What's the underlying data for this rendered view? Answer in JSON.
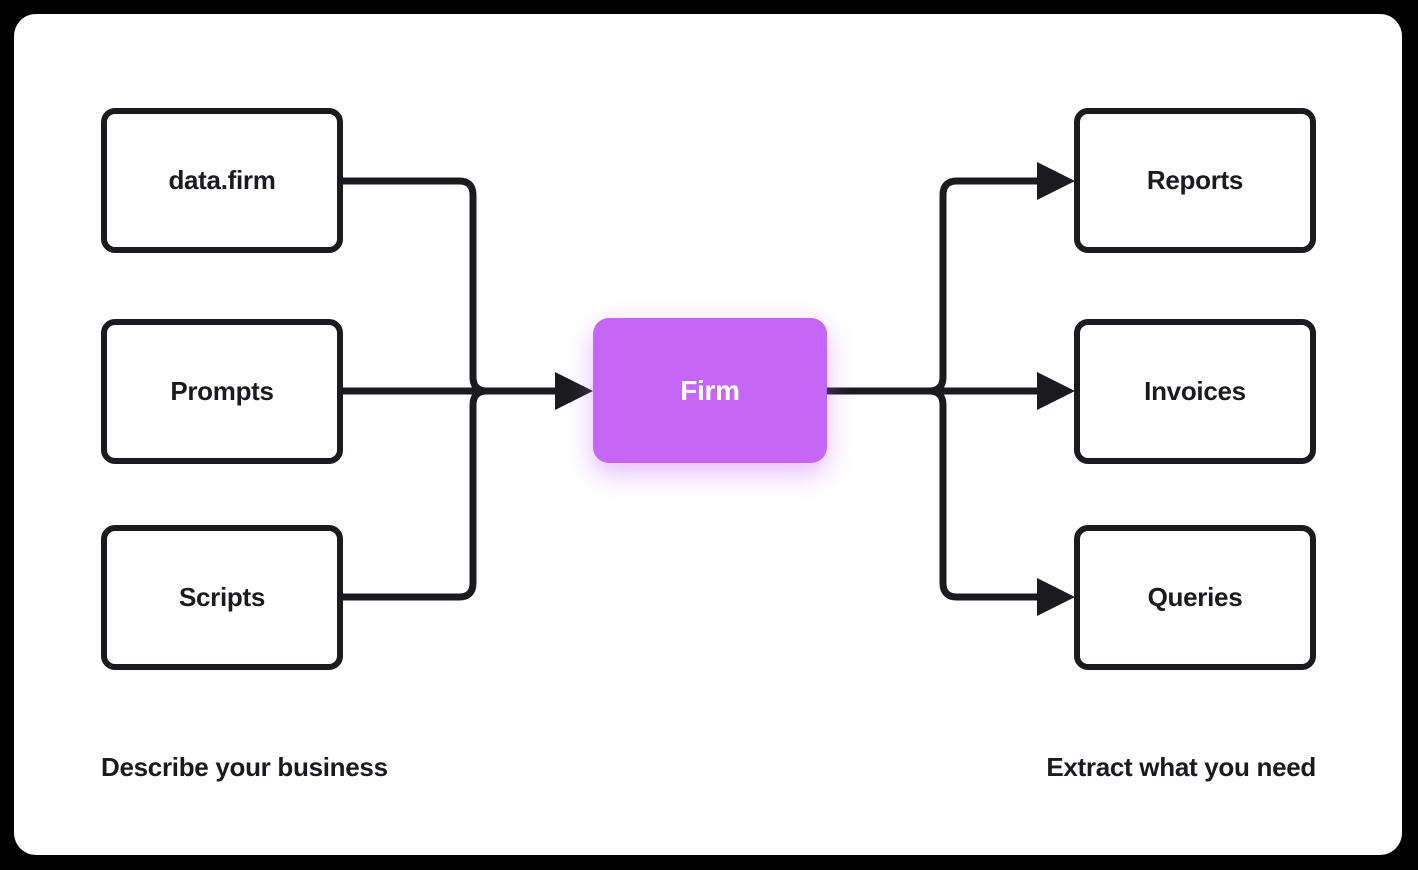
{
  "colors": {
    "page_background": "#000000",
    "card_background": "#ffffff",
    "stroke": "#1b1b1f",
    "accent": "#c566f7",
    "accent_text": "#ffffff"
  },
  "diagram": {
    "nodes": {
      "inputs": [
        {
          "id": "data-firm",
          "label": "data.firm"
        },
        {
          "id": "prompts",
          "label": "Prompts"
        },
        {
          "id": "scripts",
          "label": "Scripts"
        }
      ],
      "center": {
        "id": "firm",
        "label": "Firm"
      },
      "outputs": [
        {
          "id": "reports",
          "label": "Reports"
        },
        {
          "id": "invoices",
          "label": "Invoices"
        },
        {
          "id": "queries",
          "label": "Queries"
        }
      ]
    },
    "edges": [
      {
        "from": "data-firm",
        "to": "firm"
      },
      {
        "from": "prompts",
        "to": "firm"
      },
      {
        "from": "scripts",
        "to": "firm"
      },
      {
        "from": "firm",
        "to": "reports"
      },
      {
        "from": "firm",
        "to": "invoices"
      },
      {
        "from": "firm",
        "to": "queries"
      }
    ],
    "captions": {
      "left": "Describe your business",
      "right": "Extract what you need"
    }
  }
}
